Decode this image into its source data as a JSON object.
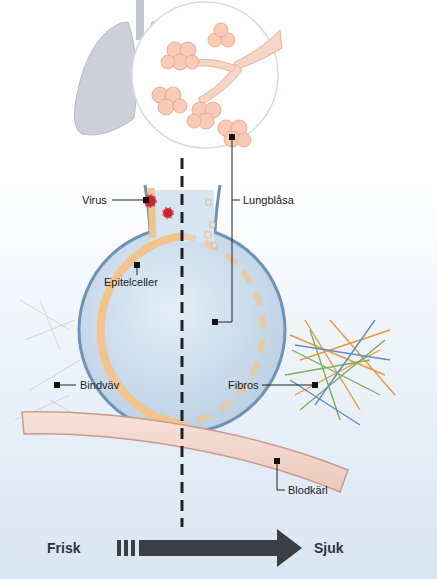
{
  "diagram": {
    "labels": [
      "Virus",
      "Lungblåsa",
      "Epitelceller",
      "Bindväv",
      "Fibros",
      "Blodkärl",
      "Frisk",
      "Sjuk"
    ]
  }
}
